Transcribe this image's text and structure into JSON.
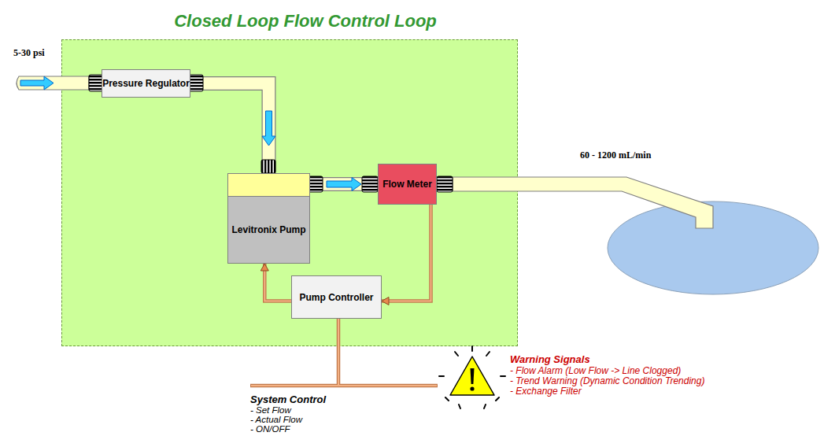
{
  "diagram": {
    "title": "Closed Loop Flow Control Loop",
    "nodes": [
      {
        "text": [
          "Pressure Regulator"
        ]
      },
      {
        "text": [
          "Levitronix Pump"
        ]
      },
      {
        "text": [
          "Flow Meter"
        ]
      },
      {
        "text": [
          "Pump Controller"
        ]
      }
    ],
    "edges": [
      {
        "from": 0,
        "to": 1,
        "arrow": "to"
      },
      {
        "from": 1,
        "to": 2,
        "arrow": "to"
      },
      {
        "from": 2,
        "to": 3,
        "arrow": "to"
      },
      {
        "from": 3,
        "to": 1,
        "arrow": "to"
      }
    ],
    "labels": [
      "5-30 psi",
      "60 - 1200 mL/min",
      "System Control",
      "- Set Flow",
      "- Actual Flow",
      "- ON/OFF",
      "Warning Signals",
      "- Flow Alarm (Low Flow -> Line Clogged)",
      "- Trend Warning (Dynamic Condition Trending)",
      "- Exchange Filter"
    ]
  }
}
